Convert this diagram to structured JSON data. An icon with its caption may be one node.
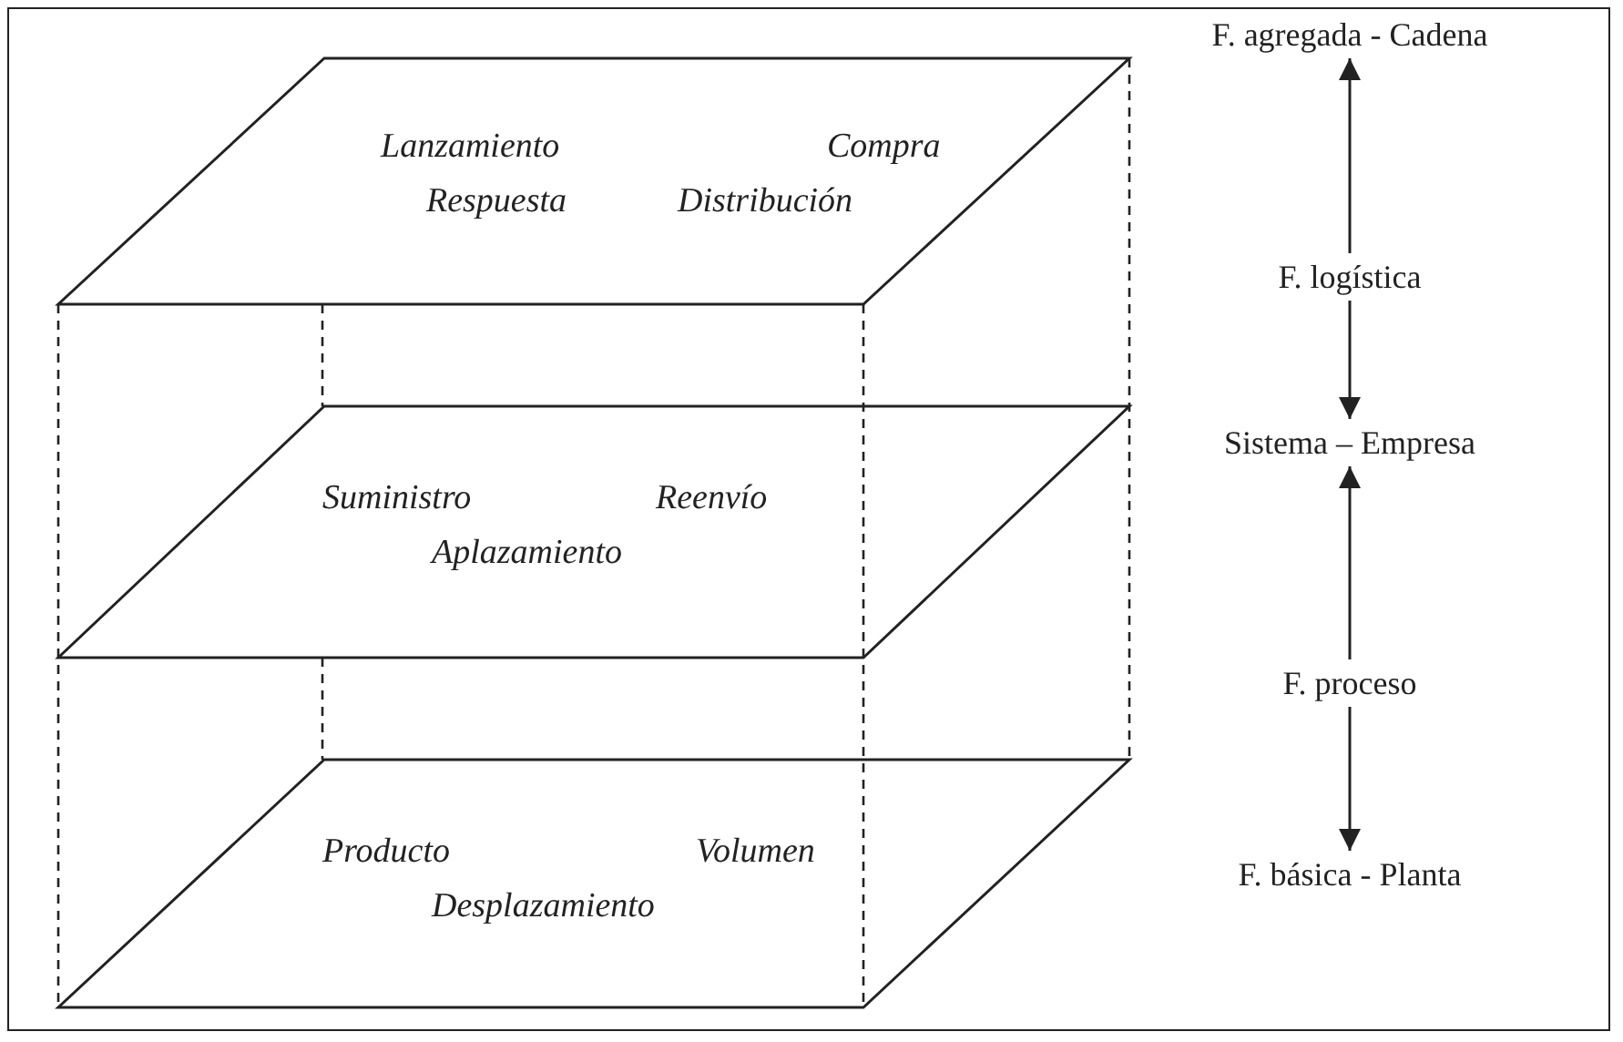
{
  "diagram": {
    "nodes": [
      {
        "text": [
          "Lanzamiento",
          "Compra",
          "Respuesta",
          "Distribución"
        ]
      },
      {
        "text": [
          "Suministro",
          "Reenvío",
          "Aplazamiento"
        ]
      },
      {
        "text": [
          "Producto",
          "Volumen",
          "Desplazamiento"
        ]
      },
      {
        "text": [
          "F. agregada - Cadena"
        ]
      },
      {
        "text": [
          "F. logística"
        ]
      },
      {
        "text": [
          "Sistema – Empresa"
        ]
      },
      {
        "text": [
          "F. proceso"
        ]
      },
      {
        "text": [
          "F. básica - Planta"
        ]
      }
    ],
    "edges": [
      {
        "from": 4,
        "to": 3,
        "arrow": "to"
      },
      {
        "from": 4,
        "to": 5,
        "arrow": "to"
      },
      {
        "from": 6,
        "to": 5,
        "arrow": "to"
      },
      {
        "from": 6,
        "to": 7,
        "arrow": "to"
      }
    ]
  }
}
